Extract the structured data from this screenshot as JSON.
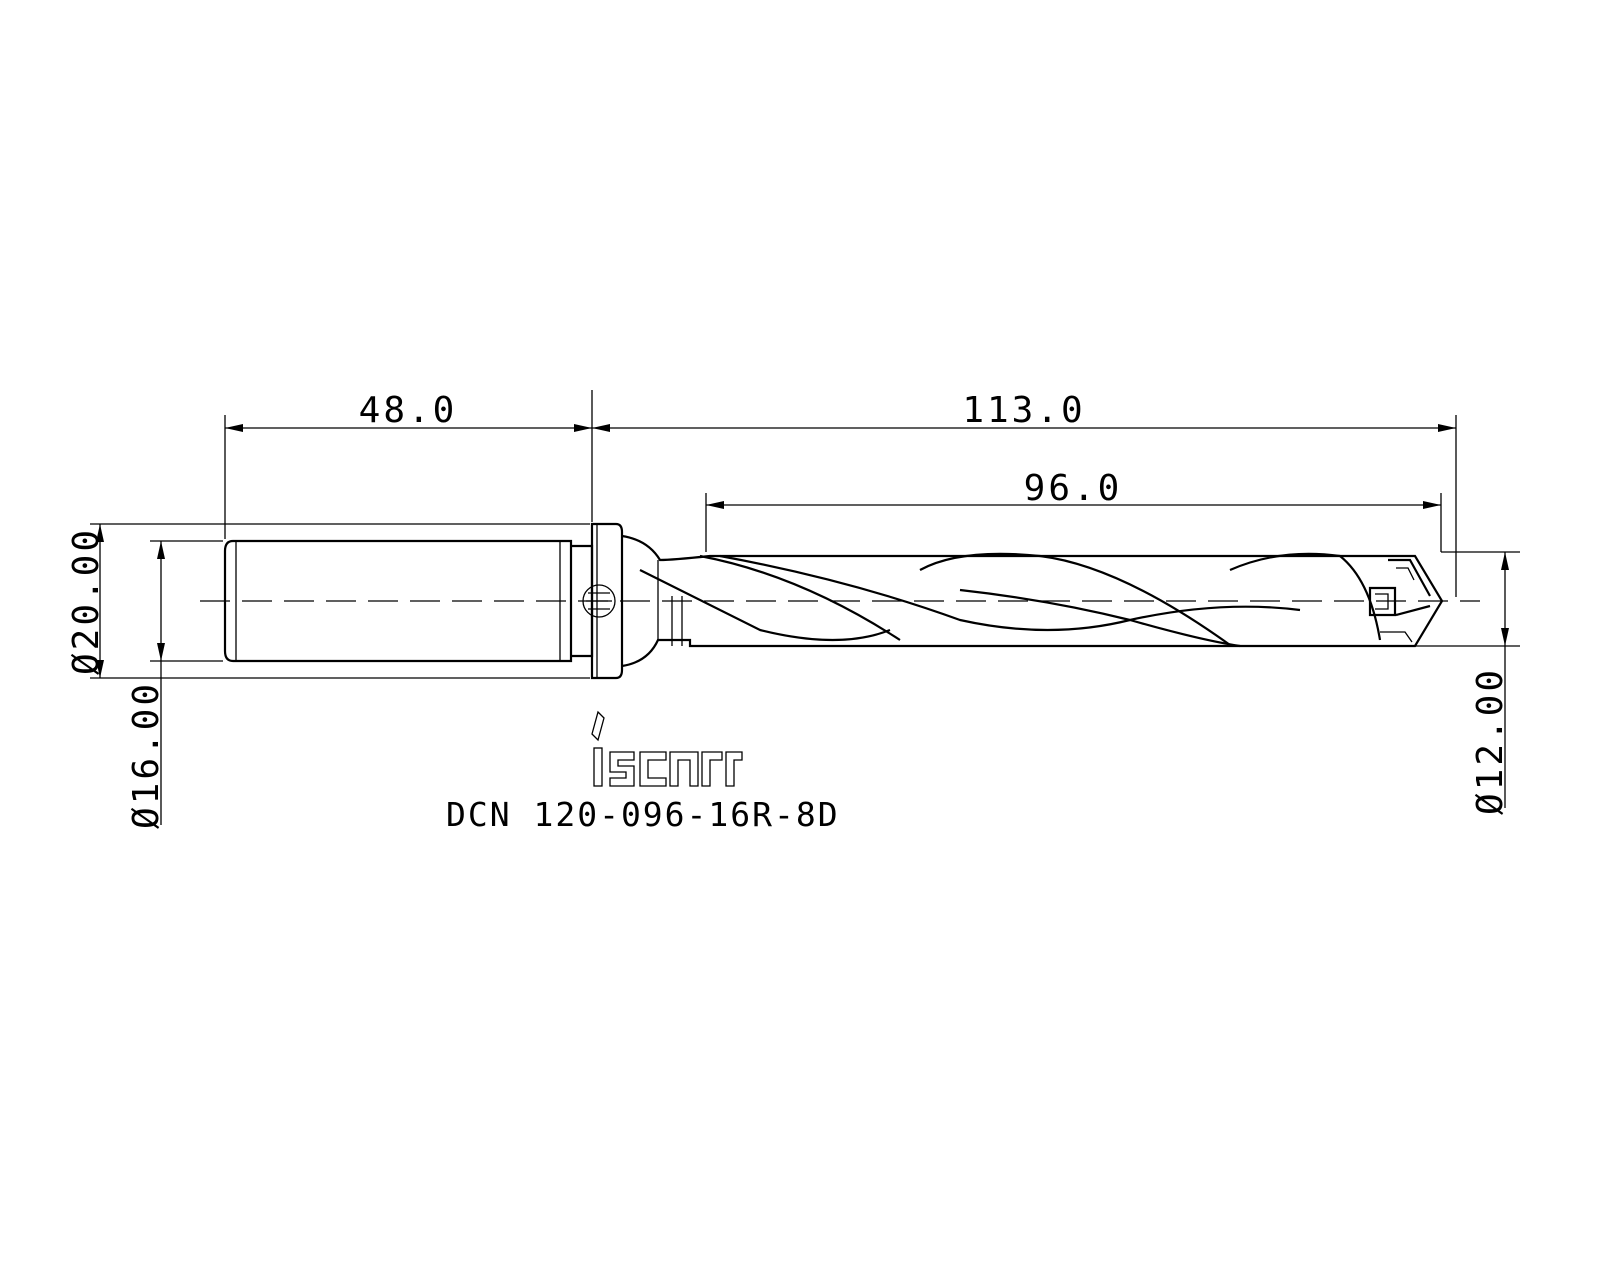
{
  "drawing": {
    "dimensions": {
      "shank_length": "48.0",
      "overall_length": "113.0",
      "flute_length": "96.0",
      "flange_diameter": "Ø20.00",
      "shank_diameter": "Ø16.00",
      "drill_diameter": "Ø12.00"
    },
    "part_number": "DCN 120-096-16R-8D",
    "logo": "iscar"
  }
}
